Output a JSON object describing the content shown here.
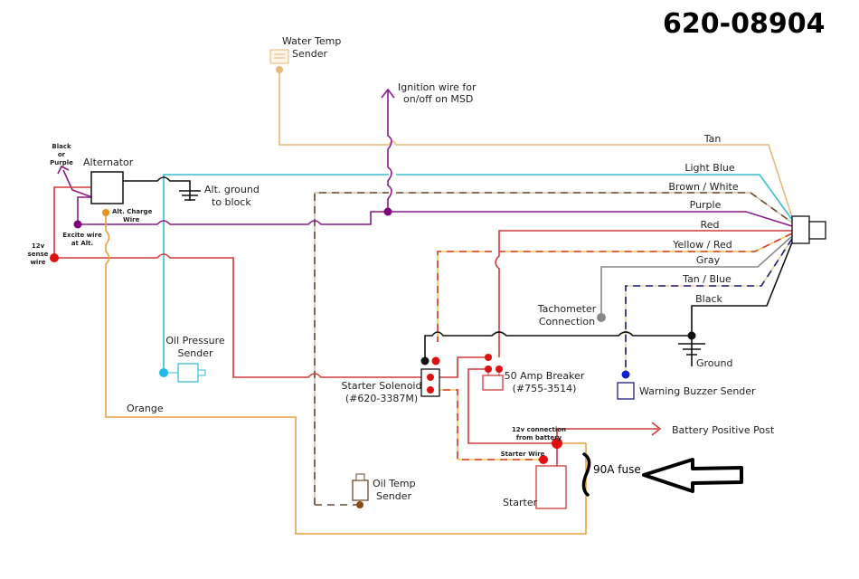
{
  "title": "620-08904",
  "colors": {
    "tan": "#e8b877",
    "light_blue": "#38bdd0",
    "brown": "#6b4a2b",
    "purple": "#8a1a8a",
    "red": "#d23a3a",
    "yellow": "#f2c94c",
    "gray": "#8a8a8a",
    "navy": "#1c1c7a",
    "black": "#111111",
    "orange": "#e8a040",
    "dot_red": "#e01010",
    "dot_blue": "#1020d0",
    "dot_cyan": "#20b8e8",
    "dot_orange": "#e89020",
    "dot_brown": "#8a4a10",
    "dot_purple": "#800080",
    "dot_gray": "#888888"
  },
  "harness_wires": [
    {
      "label": "Tan"
    },
    {
      "label": "Light Blue"
    },
    {
      "label": "Brown / White"
    },
    {
      "label": "Purple"
    },
    {
      "label": "Red"
    },
    {
      "label": "Yellow / Red"
    },
    {
      "label": "Gray"
    },
    {
      "label": "Tan / Blue"
    },
    {
      "label": "Black"
    }
  ],
  "components": {
    "alternator": "Alternator",
    "water_temp_l1": "Water Temp",
    "water_temp_l2": "Sender",
    "ignition_l1": "Ignition wire for",
    "ignition_l2": "on/off on MSD",
    "alt_ground_l1": "Alt. ground",
    "alt_ground_l2": "to block",
    "black_or_purple_l1": "Black",
    "black_or_purple_l2": "or",
    "black_or_purple_l3": "Purple",
    "alt_charge_l1": "Alt. Charge",
    "alt_charge_l2": "Wire",
    "excite_l1": "Excite wire",
    "excite_l2": "at Alt.",
    "sense_l1": "12v",
    "sense_l2": "sense",
    "sense_l3": "wire",
    "oil_pressure_l1": "Oil Pressure",
    "oil_pressure_l2": "Sender",
    "orange": "Orange",
    "starter_solenoid_l1": "Starter Solenoid",
    "starter_solenoid_l2": "(#620-3387M)",
    "breaker_l1": "50 Amp Breaker",
    "breaker_l2": "(#755-3514)",
    "tach_l1": "Tachometer",
    "tach_l2": "Connection",
    "ground": "Ground",
    "buzzer": "Warning Buzzer Sender",
    "battery_conn_l1": "12v connection",
    "battery_conn_l2": "from battery",
    "battery_post": "Battery Positive Post",
    "starter_wire": "Starter Wire",
    "starter": "Starter",
    "oil_temp_l1": "Oil Temp",
    "oil_temp_l2": "Sender",
    "fuse_note": "90A fuse"
  }
}
